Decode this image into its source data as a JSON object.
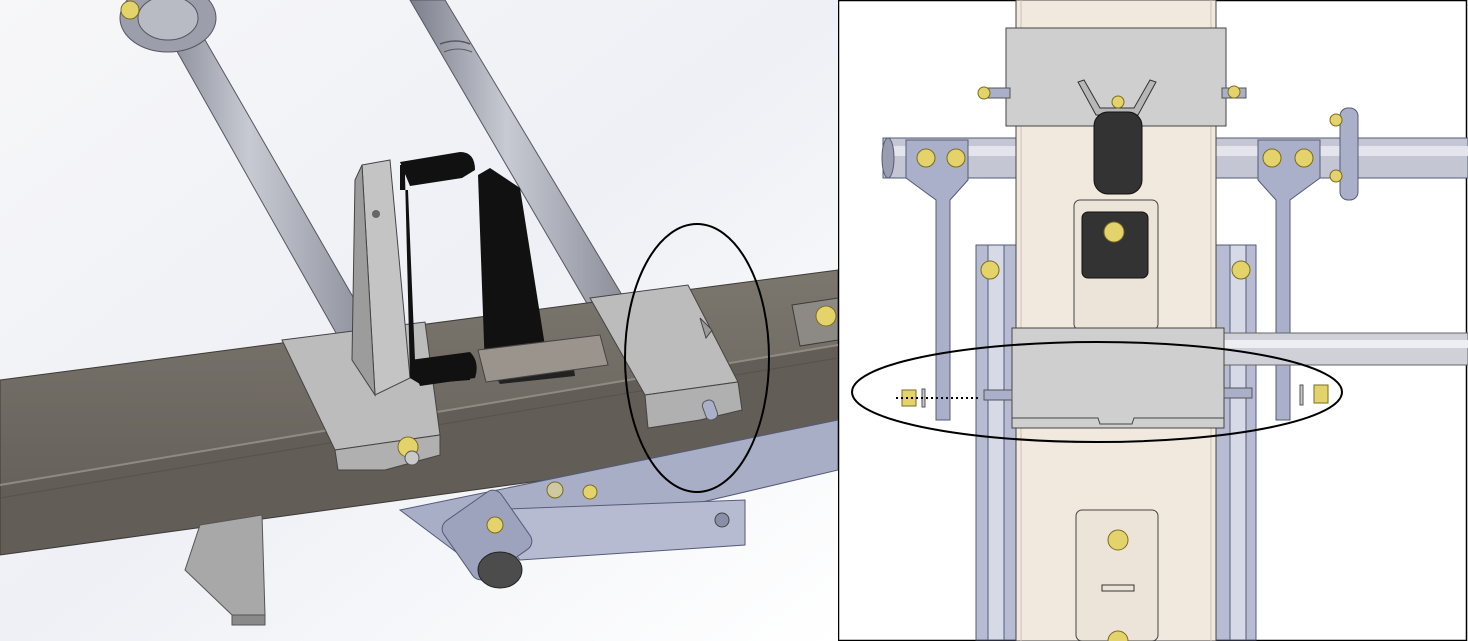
{
  "figure": {
    "panels": [
      {
        "id": "left",
        "view": "perspective"
      },
      {
        "id": "right",
        "view": "top-down"
      }
    ],
    "colors": {
      "beam": "#6f6a63",
      "beam_dark": "#4f4b46",
      "beam_light": "#8a857d",
      "bracket": "#b4b4b4",
      "bracket_dark": "#8e8e8e",
      "tube": "#a4a6ad",
      "tube_light": "#d2d4d9",
      "frame": "#aab0c9",
      "frame_dark": "#7e84a3",
      "bolt": "#e3d36a",
      "bolt_dark": "#9a8a2a",
      "pad": "#111111",
      "plate": "#f1e9de",
      "callout": "#000000"
    },
    "icons": [
      "bolt-icon",
      "nut-icon",
      "washer-icon",
      "pin-icon"
    ]
  }
}
